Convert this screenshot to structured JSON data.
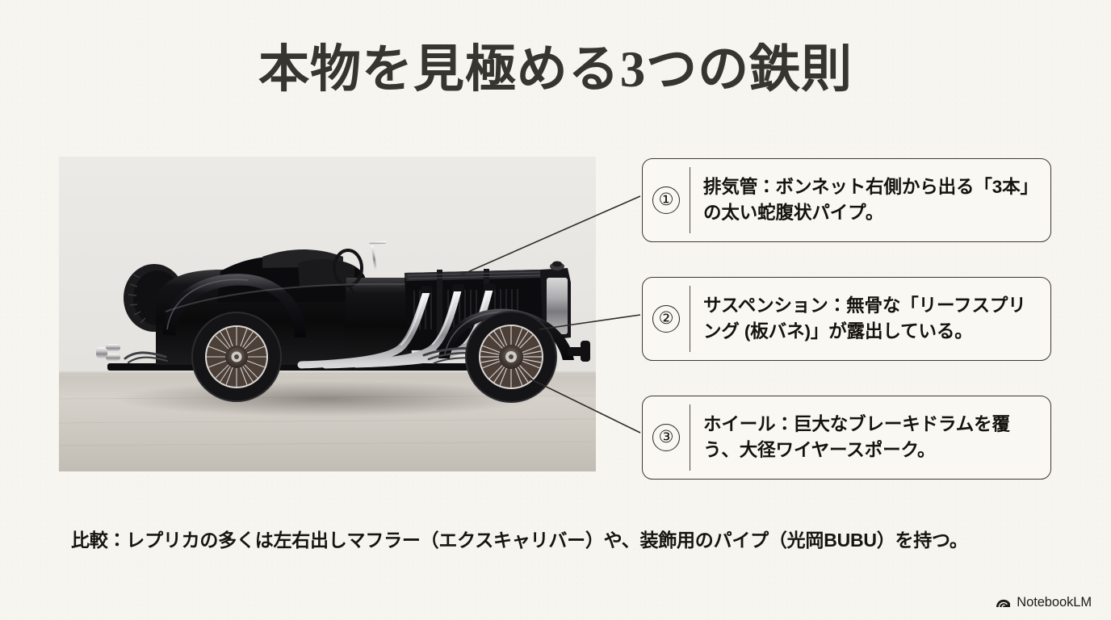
{
  "slide": {
    "title": "本物を見極める3つの鉄則",
    "background_color": "#f7f5ef",
    "title_color": "#37352f"
  },
  "photo": {
    "alt_name": "vintage-black-roadster-side-view",
    "description": "クラシックな黒いオープンロードスター（SS100型）の真横からの写真。スタジオの白い背景とコンクリート床。",
    "details": [
      "ボンネット右側から出る3本の太い蛇腹状クロム排気管",
      "前後に露出したリーフスプリング（板バネ）",
      "大径ワイヤースポークホイールと大きなブレーキドラム",
      "リアに搭載されたスペアタイヤ"
    ],
    "border_color": "#e3e1da"
  },
  "callouts": [
    {
      "number": "①",
      "text": "排気管：ボンネット右側から出る「3本」の太い蛇腹状パイプ。",
      "border_color": "#3b392f",
      "fill_color": "#faf8f2"
    },
    {
      "number": "②",
      "text": "サスペンション：無骨な「リーフスプリング (板バネ)」が露出している。",
      "border_color": "#3b392f",
      "fill_color": "#faf8f2"
    },
    {
      "number": "③",
      "text": "ホイール：巨大なブレーキドラムを覆う、大径ワイヤースポーク。",
      "border_color": "#3b392f",
      "fill_color": "#faf8f2"
    }
  ],
  "footer": {
    "note": "比較：レプリカの多くは左右出しマフラー（エクスキャリバー）や、装飾用のパイプ（光岡BUBU）を持つ。"
  },
  "brand": {
    "name": "NotebookLM",
    "mark_icon": "notebooklm-arc-logo",
    "color": "#1c1b17"
  }
}
